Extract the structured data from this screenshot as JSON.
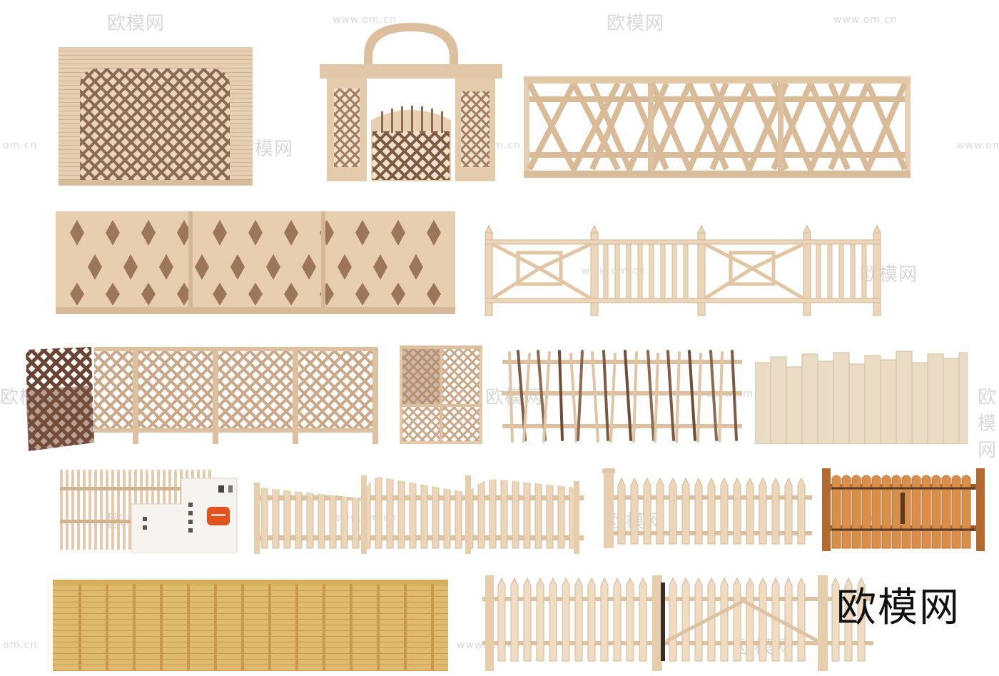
{
  "brand_text": "欧模网",
  "watermark_text": "欧模网",
  "watermark_url": "www.om.cn",
  "watermark_url_edge": "om.cn",
  "colors": {
    "wood_light": "#e9d2b4",
    "wood_mid": "#dcc0a0",
    "wood_dark": "#b99574",
    "wood_brown": "#8a5a3c",
    "wood_orange": "#d48a45",
    "wood_yellow": "#d9b66a",
    "mailbox_red": "#e0531f"
  }
}
